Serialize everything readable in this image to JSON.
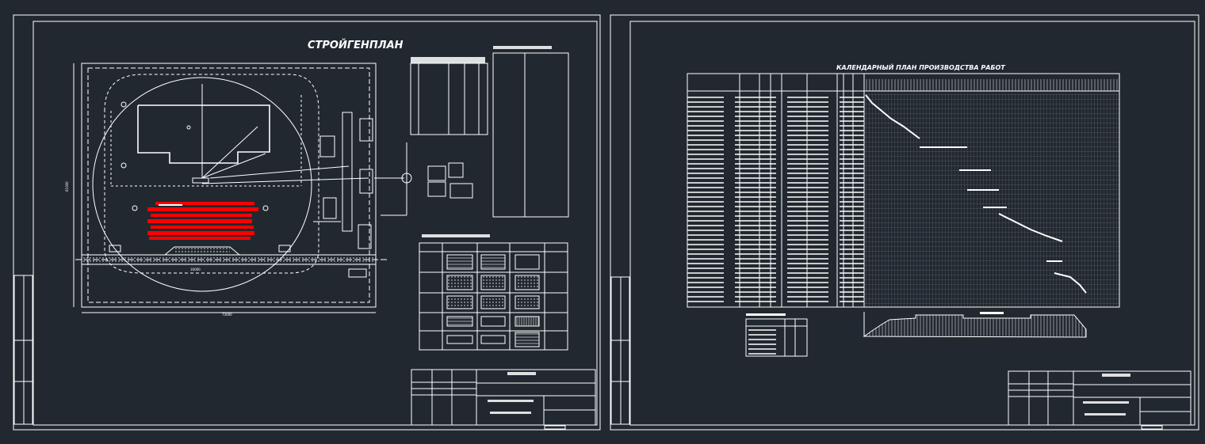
{
  "viewer": {
    "background": "#212830",
    "line_color": "#ffffff",
    "highlight_color": "#ff0000"
  },
  "sheet1": {
    "title": "СТРОЙГЕНПЛАН",
    "dim_bottom": "73000",
    "dim_left": "61000",
    "dim_small": "16000"
  },
  "sheet2": {
    "title": "КАЛЕНДАРНЫЙ ПЛАН ПРОИЗВОДСТВА РАБОТ"
  }
}
